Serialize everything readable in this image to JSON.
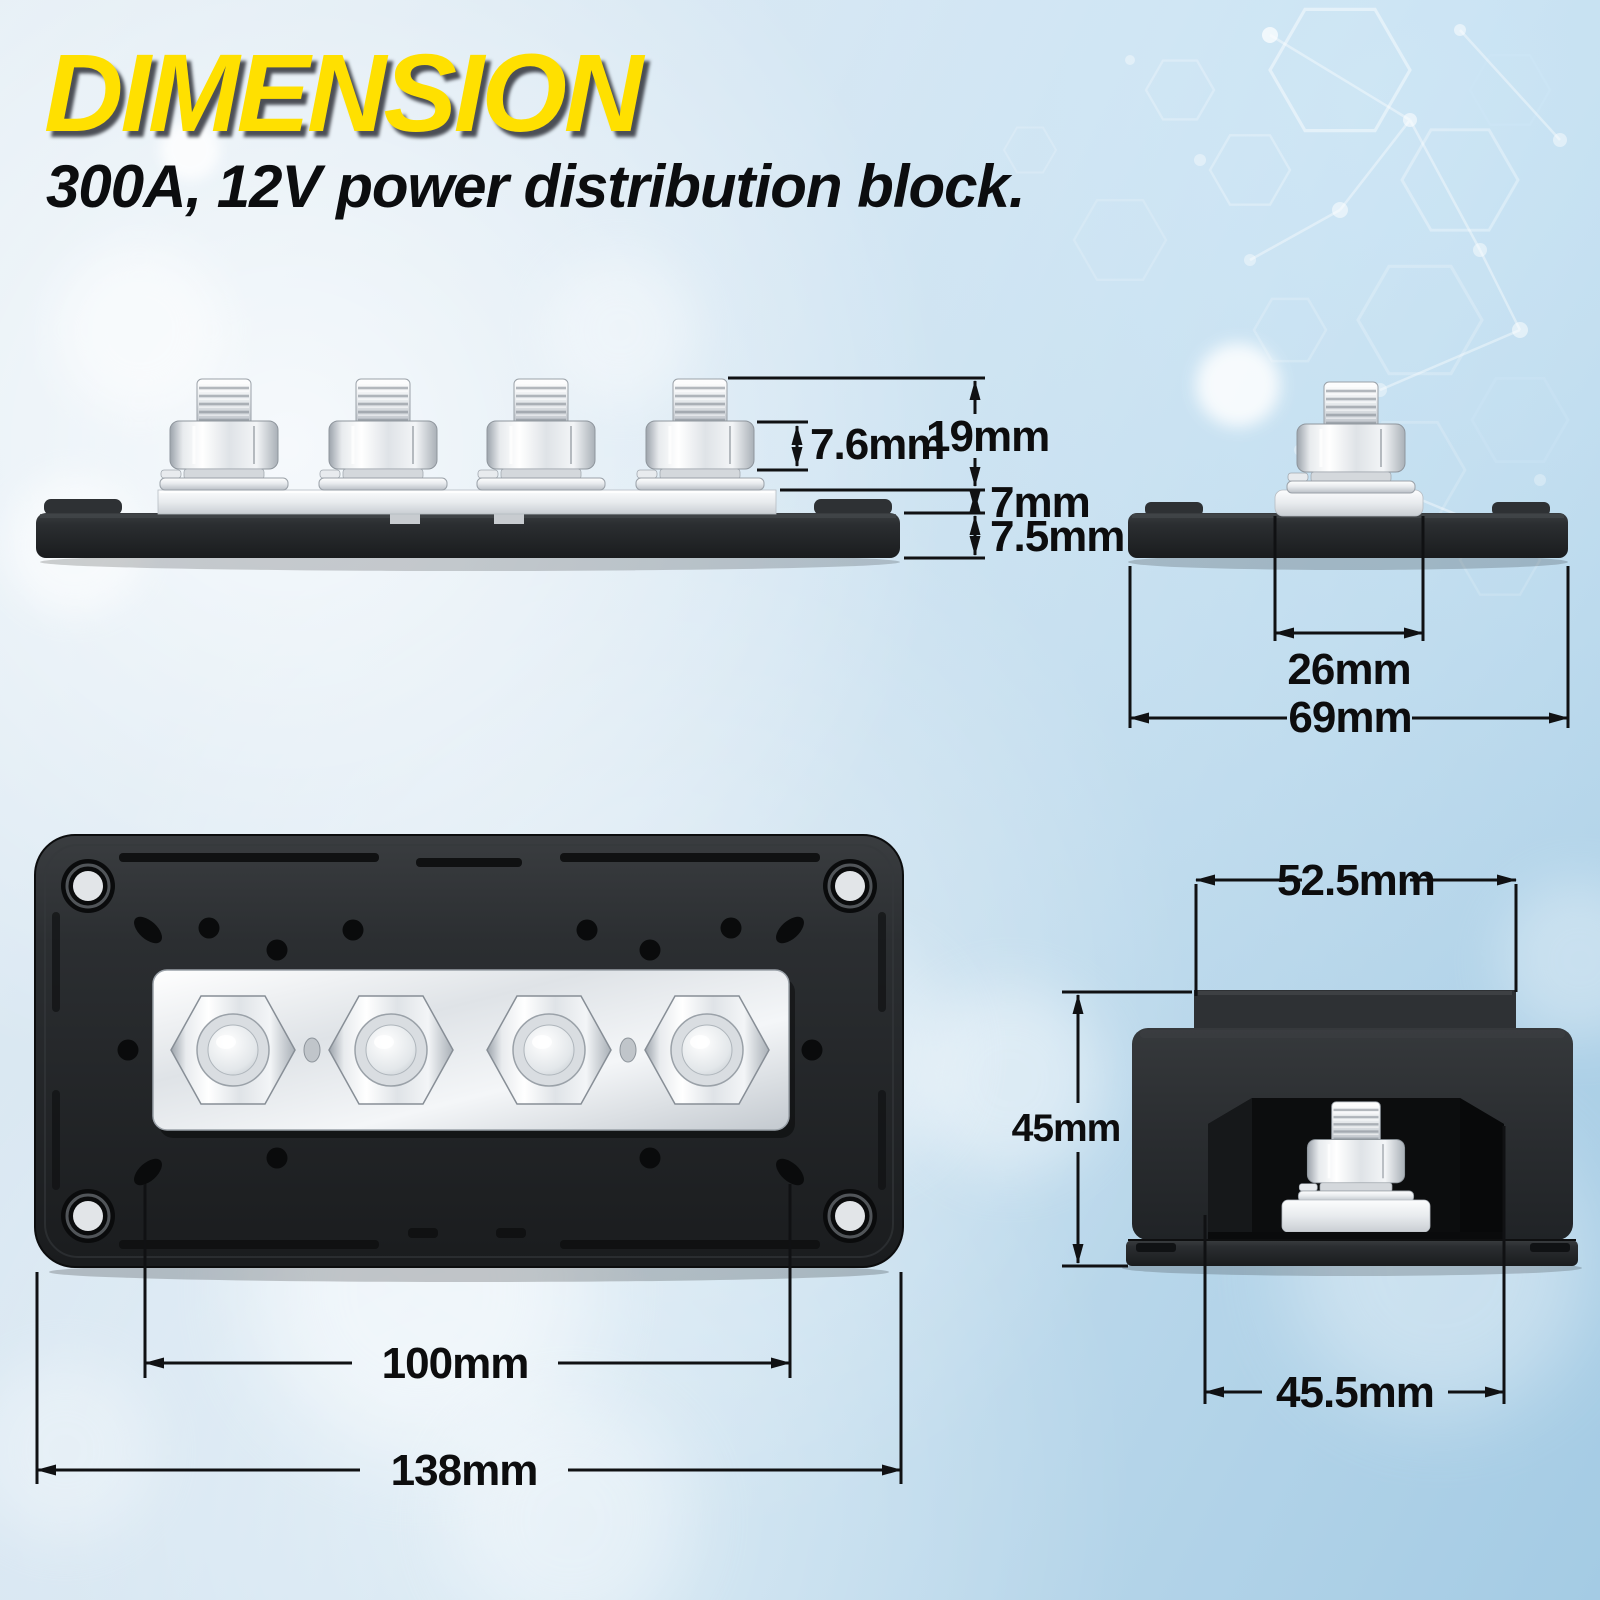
{
  "header": {
    "title": "DIMENSION",
    "subtitle": "300A, 12V power distribution block."
  },
  "views": {
    "side_view": {
      "dimensions": {
        "nut_height": "7.6mm",
        "terminal_height": "19mm",
        "busbar_thickness": "7mm",
        "base_thickness": "7.5mm"
      }
    },
    "end_view": {
      "dimensions": {
        "busbar_width": "26mm",
        "base_width": "69mm"
      }
    },
    "top_view": {
      "dimensions": {
        "mount_hole_spacing": "100mm",
        "overall_length": "138mm"
      }
    },
    "front_view": {
      "dimensions": {
        "cover_width": "52.5mm",
        "overall_height": "45mm",
        "opening_width": "45.5mm"
      }
    }
  },
  "colors": {
    "accent_yellow": "#ffe000",
    "dimension_text": "#0d0d0e",
    "plastic_black": "#26282a",
    "metal_silver": "#e9edf0",
    "background_blue": "#b7d6ea"
  }
}
